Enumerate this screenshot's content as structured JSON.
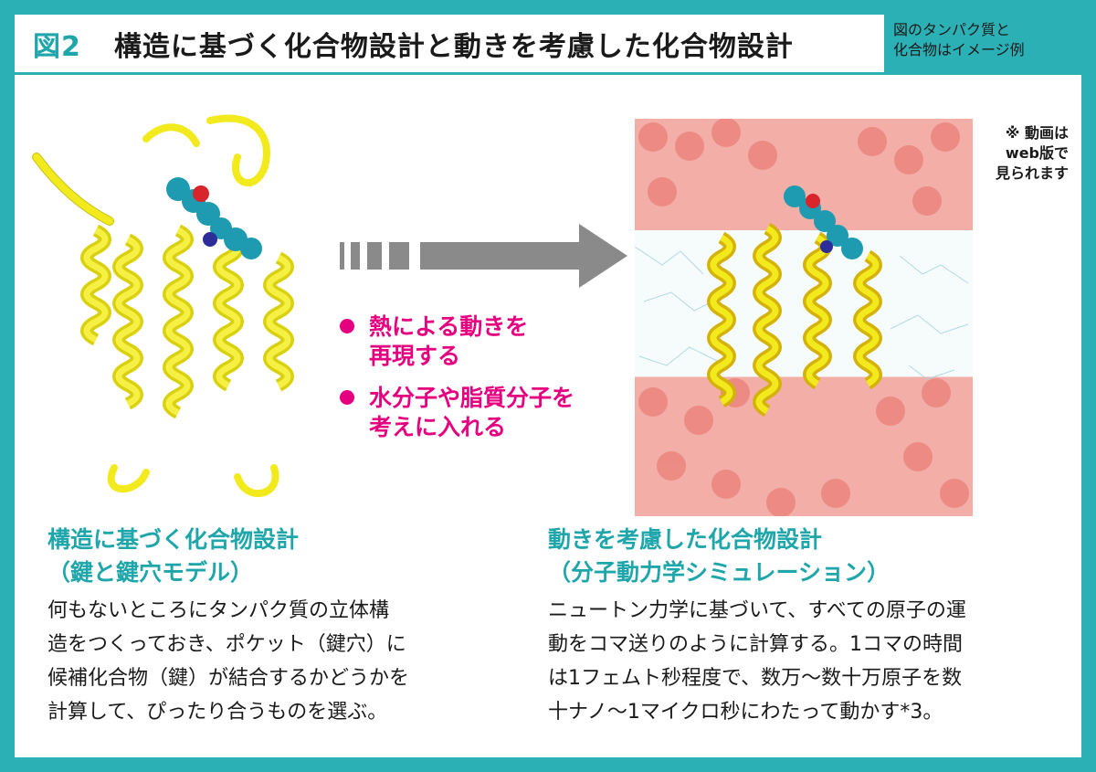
{
  "header": {
    "figure_number": "図2",
    "title": "構造に基づく化合物設計と動きを考慮した化合物設計",
    "note_line1": "図のタンパク質と",
    "note_line2": "化合物はイメージ例"
  },
  "video_note": {
    "line1": "※ 動画は",
    "line2": "web版で",
    "line3": "見られます"
  },
  "bullets": [
    {
      "line1": "熱による動きを",
      "line2": "再現する"
    },
    {
      "line1": "水分子や脂質分子を",
      "line2": "考えに入れる"
    }
  ],
  "left_section": {
    "title_line1": "構造に基づく化合物設計",
    "title_line2": "（鍵と鍵穴モデル）",
    "body_line1": "何もないところにタンパク質の立体構",
    "body_line2": "造をつくっておき、ポケット（鍵穴）に",
    "body_line3": "候補化合物（鍵）が結合するかどうかを",
    "body_line4": "計算して、ぴったり合うものを選ぶ。"
  },
  "right_section": {
    "title_line1": "動きを考慮した化合物設計",
    "title_line2": "（分子動力学シミュレーション）",
    "body_line1": "ニュートン力学に基づいて、すべての原子の運",
    "body_line2": "動をコマ送りのように計算する。1コマの時間",
    "body_line3": "は1フェムト秒程度で、数万～数十万原子を数",
    "body_line4": "十ナノ～1マイクロ秒にわたって動かす*3。"
  },
  "colors": {
    "teal": "#2bb0b5",
    "title_teal": "#1fa6ab",
    "magenta": "#e5007f",
    "helix_yellow": "#f2ea1c",
    "arrow_gray": "#8a8a8a"
  }
}
